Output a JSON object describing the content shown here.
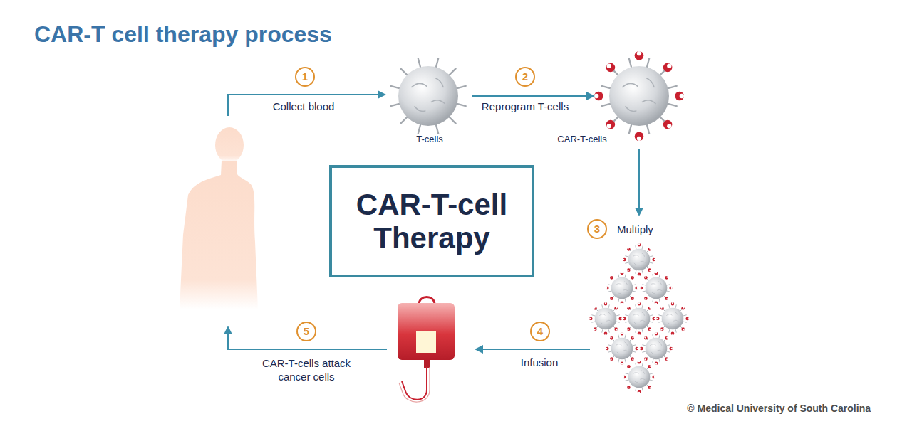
{
  "diagram": {
    "title": "CAR-T cell therapy process",
    "nodes": [
      {
        "text": [
          "T-cells"
        ]
      },
      {
        "text": [
          "CAR-T-cells"
        ]
      },
      {
        "text": [
          "CAR-T-cell Therapy"
        ]
      }
    ],
    "edges": [
      {
        "from": 0,
        "to": 1,
        "arrow": "to",
        "label": "Reprogram T-cells"
      }
    ],
    "labels": [
      "1",
      "Collect blood",
      "2",
      "3",
      "Multiply",
      "4",
      "Infusion",
      "5",
      "CAR-T-cells attack cancer cells",
      "© Medical University of South Carolina"
    ]
  }
}
